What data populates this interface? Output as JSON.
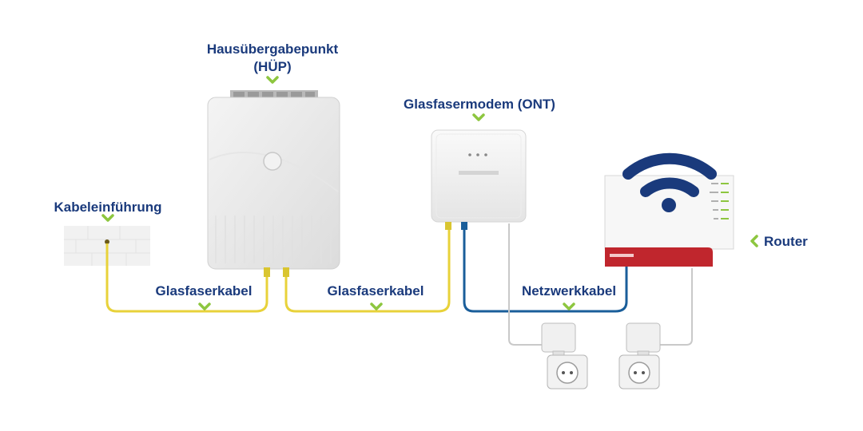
{
  "labels": {
    "huep_line1": "Hausübergabepunkt",
    "huep_line2": "(HÜP)",
    "ont": "Glasfasermodem (ONT)",
    "kabeleinfuehrung": "Kabeleinführung",
    "router": "Router",
    "glasfaserkabel_1": "Glasfaserkabel",
    "glasfaserkabel_2": "Glasfaserkabel",
    "netzwerkkabel": "Netzwerkkabel"
  },
  "colors": {
    "label_text": "#1a3a7c",
    "chevron": "#8dc63f",
    "fiber_cable": "#e8d23a",
    "network_cable": "#1a5e9a",
    "router_band": "#c0262d",
    "wifi": "#1a3a7c"
  },
  "icons": [
    "wifi-icon",
    "chevron-down-icon",
    "chevron-left-icon",
    "power-socket-icon"
  ]
}
